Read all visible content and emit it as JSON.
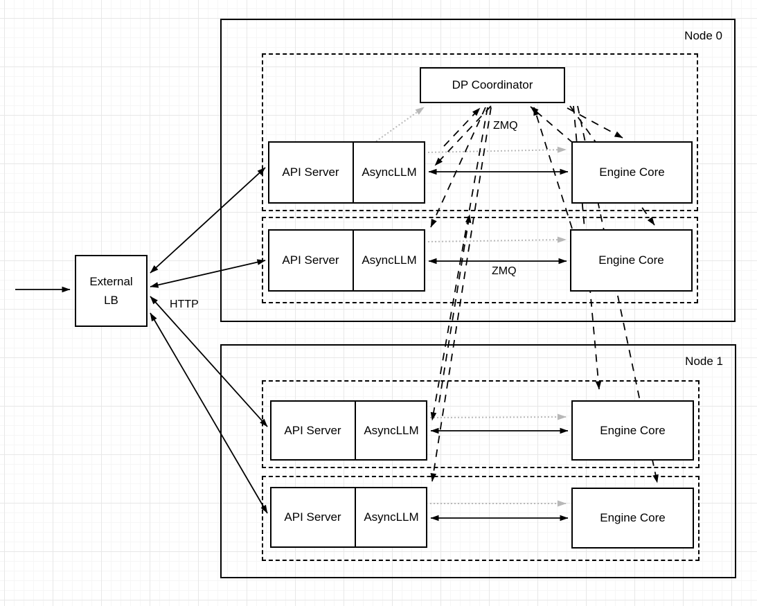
{
  "diagram": {
    "kind": "vLLM data-parallel deployment with external load balancer",
    "colors": {
      "line": "#000000",
      "dotted_line": "#b8b8b8",
      "box_fill": "#ffffff",
      "box_stroke": "#000000",
      "background": "#ffffff",
      "grid_minor": "#f6f6f6",
      "grid_major": "#e7e7e7"
    }
  },
  "external_lb": {
    "line1": "External",
    "line2": "LB"
  },
  "edge_labels": {
    "http": "HTTP",
    "zmq_coordinator": "ZMQ",
    "zmq_engine": "ZMQ"
  },
  "nodes": [
    {
      "label": "Node 0",
      "dp_coordinator": "DP Coordinator",
      "workers": [
        {
          "api_server": "API Server",
          "async_llm": "AsyncLLM",
          "engine_core": "Engine Core"
        },
        {
          "api_server": "API Server",
          "async_llm": "AsyncLLM",
          "engine_core": "Engine Core"
        }
      ]
    },
    {
      "label": "Node 1",
      "workers": [
        {
          "api_server": "API Server",
          "async_llm": "AsyncLLM",
          "engine_core": "Engine Core"
        },
        {
          "api_server": "API Server",
          "async_llm": "AsyncLLM",
          "engine_core": "Engine Core"
        }
      ]
    }
  ],
  "connections": [
    {
      "from": "incoming-traffic",
      "to": "external-lb",
      "style": "solid",
      "arrows": "end"
    },
    {
      "from": "external-lb",
      "to": "node0-api-server-1",
      "style": "solid",
      "arrows": "both",
      "label": "HTTP"
    },
    {
      "from": "external-lb",
      "to": "node0-api-server-2",
      "style": "solid",
      "arrows": "both"
    },
    {
      "from": "external-lb",
      "to": "node1-api-server-1",
      "style": "solid",
      "arrows": "both"
    },
    {
      "from": "external-lb",
      "to": "node1-api-server-2",
      "style": "solid",
      "arrows": "both"
    },
    {
      "from": "node0-asyncllm-1",
      "to": "node0-engine-core-1",
      "style": "solid",
      "arrows": "both",
      "label": "ZMQ"
    },
    {
      "from": "node0-asyncllm-2",
      "to": "node0-engine-core-2",
      "style": "solid",
      "arrows": "both",
      "label": "ZMQ"
    },
    {
      "from": "node1-asyncllm-1",
      "to": "node1-engine-core-1",
      "style": "solid",
      "arrows": "both"
    },
    {
      "from": "node1-asyncllm-2",
      "to": "node1-engine-core-2",
      "style": "solid",
      "arrows": "both"
    },
    {
      "from": "node0-asyncllm-1",
      "to": "dp-coordinator",
      "style": "dotted-gray",
      "arrows": "end"
    },
    {
      "from": "node0-asyncllm-1",
      "to": "node0-engine-core-1",
      "style": "dotted-gray",
      "arrows": "end"
    },
    {
      "from": "node0-asyncllm-2",
      "to": "node0-engine-core-2",
      "style": "dotted-gray",
      "arrows": "end"
    },
    {
      "from": "node1-asyncllm-1",
      "to": "node1-engine-core-1",
      "style": "dotted-gray",
      "arrows": "end"
    },
    {
      "from": "node1-asyncllm-2",
      "to": "node1-engine-core-2",
      "style": "dotted-gray",
      "arrows": "end"
    },
    {
      "from": "node0-asyncllm-1",
      "to": "dp-coordinator",
      "style": "dashed",
      "arrows": "end"
    },
    {
      "from": "dp-coordinator",
      "to": "node0-asyncllm-1",
      "style": "dashed",
      "arrows": "end"
    },
    {
      "from": "dp-coordinator",
      "to": "node0-asyncllm-2",
      "style": "dashed",
      "arrows": "end"
    },
    {
      "from": "dp-coordinator",
      "to": "node1-asyncllm-1",
      "style": "dashed",
      "arrows": "end"
    },
    {
      "from": "dp-coordinator",
      "to": "node1-asyncllm-2",
      "style": "dashed",
      "arrows": "end"
    },
    {
      "from": "node1-asyncllm-1",
      "to": "dp-coordinator",
      "style": "dashed",
      "arrows": "end"
    },
    {
      "from": "node0-engine-core-1",
      "to": "dp-coordinator",
      "style": "dashed",
      "arrows": "end"
    },
    {
      "from": "node0-engine-core-2",
      "to": "dp-coordinator",
      "style": "dashed",
      "arrows": "end"
    },
    {
      "from": "dp-coordinator",
      "to": "node0-engine-core-1",
      "style": "dashed",
      "arrows": "end"
    },
    {
      "from": "dp-coordinator",
      "to": "node0-engine-core-2",
      "style": "dashed",
      "arrows": "end"
    },
    {
      "from": "dp-coordinator",
      "to": "node1-engine-core-1",
      "style": "dashed",
      "arrows": "end"
    },
    {
      "from": "dp-coordinator",
      "to": "node1-engine-core-2",
      "style": "dashed",
      "arrows": "end"
    }
  ]
}
